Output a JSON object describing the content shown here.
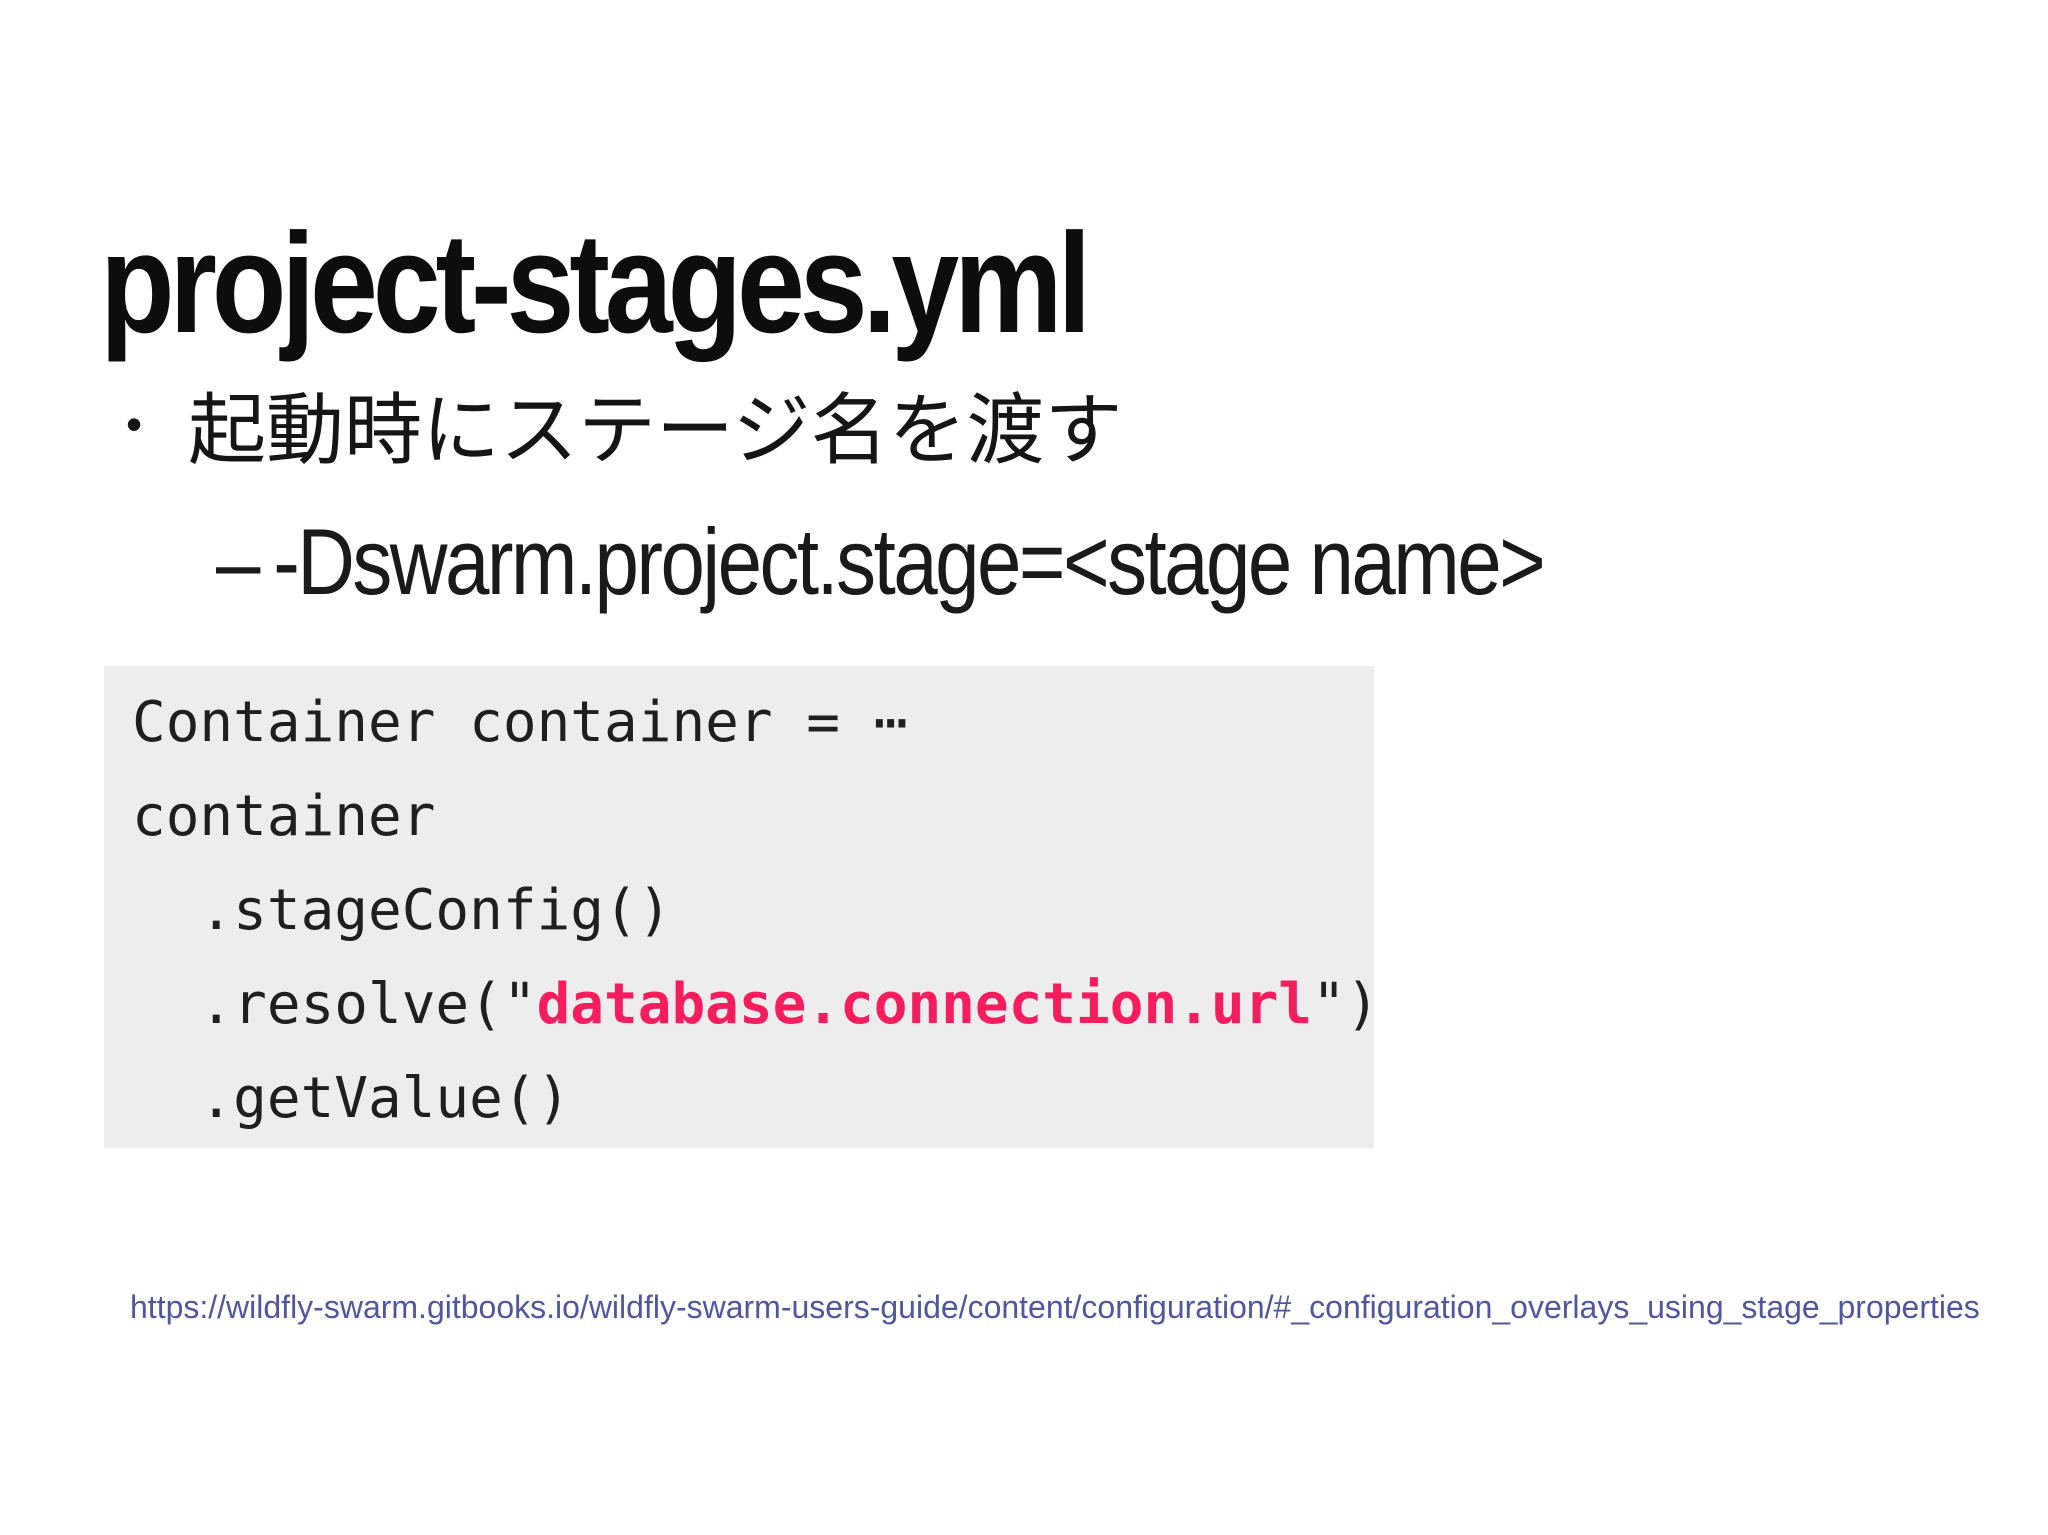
{
  "slide": {
    "title": "project-stages.yml",
    "bullet": {
      "marker": "•",
      "text": "起動時にステージ名を渡す"
    },
    "sub_bullet": {
      "marker": "–",
      "text": "-Dswarm.project.stage=<stage name>"
    },
    "code": {
      "line1": "Container container = ⋯",
      "line2": "container",
      "line3": "  .stageConfig()",
      "line4_prefix": "  .resolve(\"",
      "line4_highlight": "database.connection.url",
      "line4_suffix": "\")",
      "line5": "  .getValue()",
      "background_color": "#ededee",
      "text_color": "#1f1f1f",
      "highlight_color": "#f51d5e"
    },
    "footer": {
      "url": "https://wildfly-swarm.gitbooks.io/wildfly-swarm-users-guide/content/configuration/#_configuration_overlays_using_stage_properties",
      "link_color": "#4f57a0"
    },
    "background_color": "#ffffff"
  }
}
